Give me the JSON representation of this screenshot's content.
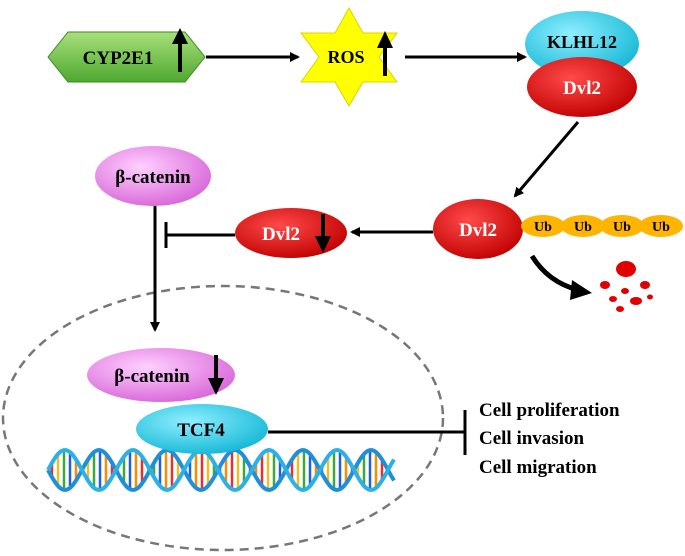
{
  "nodes": {
    "cyp2e1": {
      "label": "CYP2E1",
      "arrow": "up",
      "color": "#6cc24a"
    },
    "ros": {
      "label": "ROS",
      "arrow": "up",
      "color": "#ffff00"
    },
    "klhl12": {
      "label": "KLHL12",
      "color": "#33d0e8"
    },
    "dvl2_bound": {
      "label": "Dvl2",
      "color": "#e00000"
    },
    "dvl2_ub": {
      "label": "Dvl2",
      "color": "#e00000"
    },
    "dvl2_down": {
      "label": "Dvl2",
      "arrow": "down",
      "color": "#e00000"
    },
    "beta_catenin_top": {
      "label": "β-catenin",
      "color": "#ee88ee"
    },
    "beta_catenin_nuc": {
      "label": "β-catenin",
      "arrow": "down",
      "color": "#ee88ee"
    },
    "tcf4": {
      "label": "TCF4",
      "color": "#33d0e8"
    }
  },
  "ubiquitin": {
    "labels": [
      "Ub",
      "Ub",
      "Ub",
      "Ub"
    ],
    "color": "#ffb400"
  },
  "outcomes": [
    "Cell proliferation",
    "Cell invasion",
    "Cell migration"
  ],
  "icons": {
    "degradation": "degradation-fragments-icon",
    "dna": "dna-helix-icon",
    "nucleus": "nucleus-boundary"
  }
}
